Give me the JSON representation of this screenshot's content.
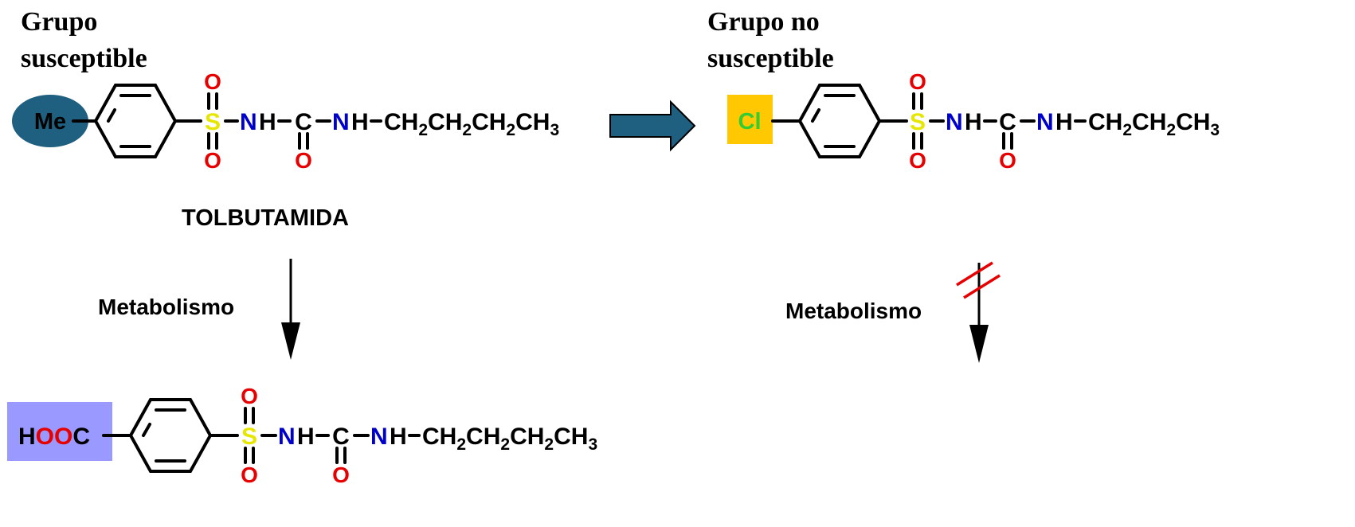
{
  "headings": {
    "left_line1": "Grupo",
    "left_line2": "susceptible",
    "right_line1": "Grupo no",
    "right_line2": "susceptible"
  },
  "compound_name": "TOLBUTAMIDA",
  "metabolism_label": "Metabolismo",
  "molecules": {
    "tolbutamide": {
      "substituent": "Me",
      "substituent_highlight": "#1f5f80",
      "sulfur": "S",
      "oxygen": "O",
      "nh1_n": "N",
      "nh1_h": "H",
      "carbonyl_c": "C",
      "nh2_n": "N",
      "nh2_h": "H",
      "chain": [
        "CH",
        "2",
        "CH",
        "2",
        "CH",
        "2",
        "CH",
        "3"
      ]
    },
    "chloro": {
      "substituent": "Cl",
      "substituent_highlight": "#ffc800",
      "sulfur": "S",
      "oxygen": "O",
      "nh1_n": "N",
      "nh1_h": "H",
      "carbonyl_c": "C",
      "nh2_n": "N",
      "nh2_h": "H",
      "chain": [
        "CH",
        "2",
        "CH",
        "2",
        "CH",
        "3"
      ]
    },
    "metabolite": {
      "sub_h": "H",
      "sub_o1": "O",
      "sub_o2": "O",
      "sub_c": "C",
      "substituent_highlight": "#9999ff",
      "sulfur": "S",
      "oxygen": "O",
      "nh1_n": "N",
      "nh1_h": "H",
      "carbonyl_c": "C",
      "nh2_n": "N",
      "nh2_h": "H",
      "chain": [
        "CH",
        "2",
        "CH",
        "2",
        "CH",
        "2",
        "CH",
        "3"
      ]
    }
  },
  "colors": {
    "sulfur": "#e6e600",
    "oxygen": "#e60000",
    "nitrogen": "#0000cc",
    "chlorine": "#33cc33",
    "arrow_fill": "#1f5f80",
    "blocked_mark": "#e60000"
  }
}
